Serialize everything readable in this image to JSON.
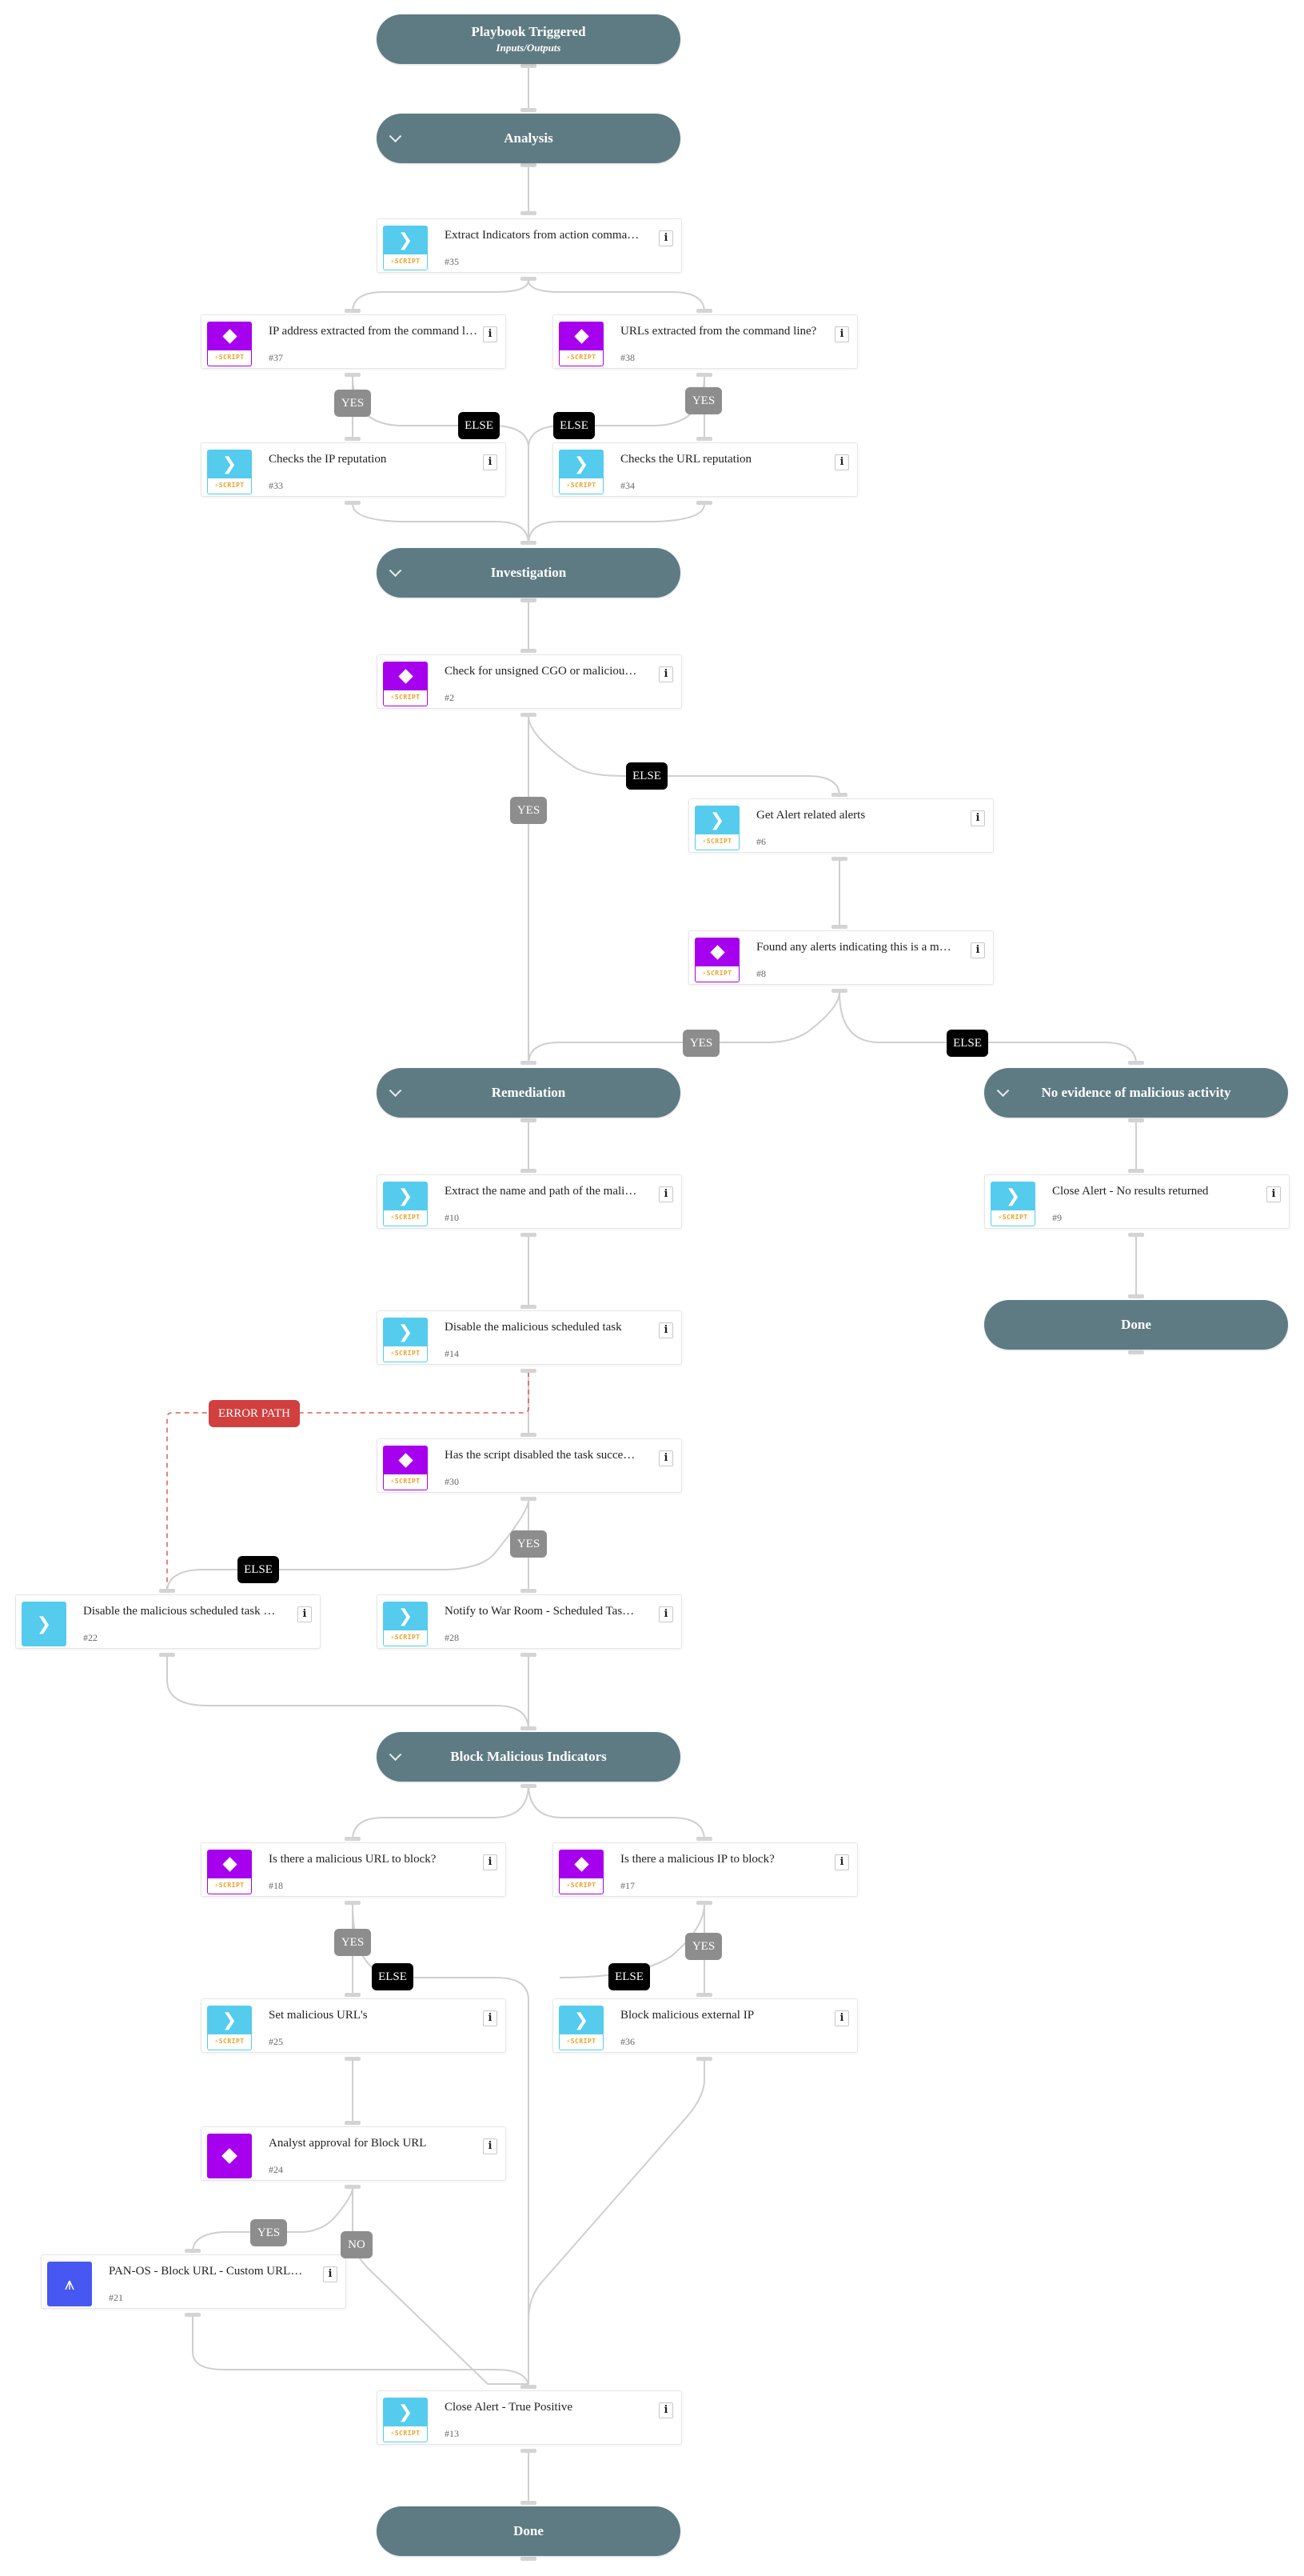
{
  "pills": {
    "start": {
      "title": "Playbook Triggered",
      "subtitle": "Inputs/Outputs"
    },
    "analysis": "Analysis",
    "investigation": "Investigation",
    "remediation": "Remediation",
    "no_evidence": "No evidence of malicious activity",
    "done_right": "Done",
    "block": "Block Malicious Indicators",
    "done_bottom": "Done"
  },
  "icon_tag": "SCRIPT",
  "tasks": [
    {
      "id": "35",
      "title": "Extract Indicators from action comma…",
      "num": "#35",
      "icon": "script"
    },
    {
      "id": "37",
      "title": "IP address extracted from the command l…",
      "num": "#37",
      "icon": "condition-script"
    },
    {
      "id": "38",
      "title": "URLs extracted from the command line?",
      "num": "#38",
      "icon": "condition-script"
    },
    {
      "id": "33",
      "title": "Checks the IP reputation",
      "num": "#33",
      "icon": "script"
    },
    {
      "id": "34",
      "title": "Checks the URL reputation",
      "num": "#34",
      "icon": "script"
    },
    {
      "id": "2",
      "title": "Check for unsigned CGO or maliciou…",
      "num": "#2",
      "icon": "condition-script"
    },
    {
      "id": "6",
      "title": "Get Alert related alerts",
      "num": "#6",
      "icon": "script"
    },
    {
      "id": "8",
      "title": "Found any alerts indicating this is a m…",
      "num": "#8",
      "icon": "condition-script"
    },
    {
      "id": "10",
      "title": "Extract the name and path of the mali…",
      "num": "#10",
      "icon": "script"
    },
    {
      "id": "9",
      "title": "Close Alert - No results returned",
      "num": "#9",
      "icon": "script"
    },
    {
      "id": "14",
      "title": "Disable the malicious scheduled task",
      "num": "#14",
      "icon": "script"
    },
    {
      "id": "30",
      "title": "Has the script disabled the task succe…",
      "num": "#30",
      "icon": "condition-script"
    },
    {
      "id": "22",
      "title": "Disable the malicious scheduled task …",
      "num": "#22",
      "icon": "manual"
    },
    {
      "id": "28",
      "title": "Notify to War Room - Scheduled Tas…",
      "num": "#28",
      "icon": "script"
    },
    {
      "id": "18",
      "title": "Is there a malicious URL to block?",
      "num": "#18",
      "icon": "condition-script"
    },
    {
      "id": "17",
      "title": "Is there a malicious IP to block?",
      "num": "#17",
      "icon": "condition-script"
    },
    {
      "id": "25",
      "title": "Set malicious URL's",
      "num": "#25",
      "icon": "script"
    },
    {
      "id": "36",
      "title": "Block malicious external IP",
      "num": "#36",
      "icon": "script"
    },
    {
      "id": "24",
      "title": "Analyst approval for Block URL",
      "num": "#24",
      "icon": "condition"
    },
    {
      "id": "21",
      "title": "PAN-OS - Block URL - Custom URL…",
      "num": "#21",
      "icon": "playbook"
    },
    {
      "id": "13",
      "title": "Close Alert - True Positive",
      "num": "#13",
      "icon": "script"
    }
  ],
  "labels": {
    "yes": "YES",
    "no": "NO",
    "else": "ELSE",
    "error": "ERROR PATH"
  },
  "colors": {
    "pill": "#5e7b83",
    "script_blue": "#55cbee",
    "condition_purple": "#a600ee",
    "playbook_indigo": "#4757f2",
    "yes_grey": "#8d8d8d",
    "else_black": "#000000",
    "error_red": "#d13f3f"
  }
}
